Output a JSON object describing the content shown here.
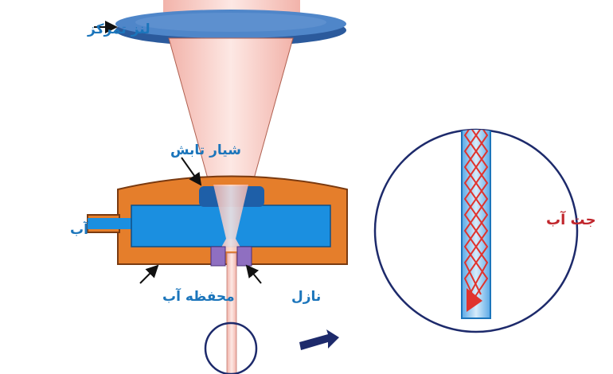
{
  "labels": {
    "focusing_lens": "لنز تمرکز",
    "radiation_slit": "شیار تابش",
    "water": "آب",
    "water_chamber": "محفظه آب",
    "nozzle": "نازل",
    "water_jet": "جت آب"
  },
  "colors": {
    "lens": "#3f6fb3",
    "chamber_outer": "#e57e2b",
    "water": "#1b8fe0",
    "nozzle": "#8f6fc1",
    "beam": "#f7c9c2",
    "label_blue": "#1b75bb",
    "label_red": "#c1272d",
    "jet_reflection": "#e0332d"
  }
}
